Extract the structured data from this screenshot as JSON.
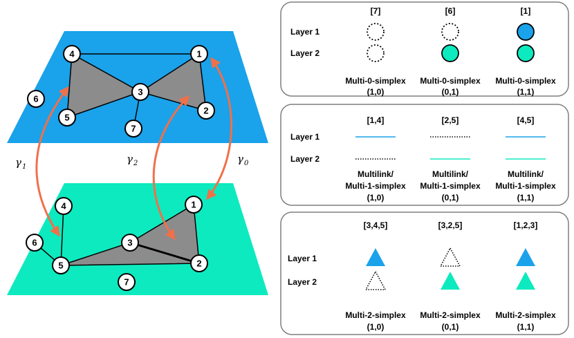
{
  "colors": {
    "layer1": "#1aa2ea",
    "layer2": "#0deabf",
    "triangle": "#8c8c8c",
    "arrow": "#f0704a",
    "panel_border": "#7f7f7f"
  },
  "left": {
    "top_layer_nodes": [
      "1",
      "2",
      "3",
      "4",
      "5",
      "6",
      "7"
    ],
    "bottom_layer_nodes": [
      "1",
      "2",
      "3",
      "4",
      "5",
      "6",
      "7"
    ],
    "gammas": [
      {
        "sym": "γ",
        "sub": "1"
      },
      {
        "sym": "γ",
        "sub": "2"
      },
      {
        "sym": "γ",
        "sub": "0"
      }
    ]
  },
  "panels": [
    {
      "kind": "node",
      "layer_labels": [
        "Layer 1",
        "Layer 2"
      ],
      "columns": [
        {
          "header": "[7]",
          "l1": false,
          "l2": false,
          "name": "Multi-0-simplex",
          "code": "(1,0)"
        },
        {
          "header": "[6]",
          "l1": false,
          "l2": true,
          "name": "Multi-0-simplex",
          "code": "(0,1)"
        },
        {
          "header": "[1]",
          "l1": true,
          "l2": true,
          "name": "Multi-0-simplex",
          "code": "(1,1)"
        }
      ]
    },
    {
      "kind": "link",
      "layer_labels": [
        "Layer 1",
        "Layer 2"
      ],
      "columns": [
        {
          "header": "[1,4]",
          "l1": true,
          "l2": false,
          "name": "Multilink/",
          "name2": "Multi-1-simplex",
          "code": "(1,0)"
        },
        {
          "header": "[2,5]",
          "l1": false,
          "l2": true,
          "name": "Multilink/",
          "name2": "Multi-1-simplex",
          "code": "(0,1)"
        },
        {
          "header": "[4,5]",
          "l1": true,
          "l2": true,
          "name": "Multilink/",
          "name2": "Multi-1-simplex",
          "code": "(1,1)"
        }
      ]
    },
    {
      "kind": "triangle",
      "layer_labels": [
        "Layer 1",
        "Layer 2"
      ],
      "columns": [
        {
          "header": "[3,4,5]",
          "l1": true,
          "l2": false,
          "name": "Multi-2-simplex",
          "code": "(1,0)"
        },
        {
          "header": "[3,2,5]",
          "l1": false,
          "l2": true,
          "name": "Multi-2-simplex",
          "code": "(0,1)"
        },
        {
          "header": "[1,2,3]",
          "l1": true,
          "l2": true,
          "name": "Multi-2-simplex",
          "code": "(1,1)"
        }
      ]
    }
  ]
}
